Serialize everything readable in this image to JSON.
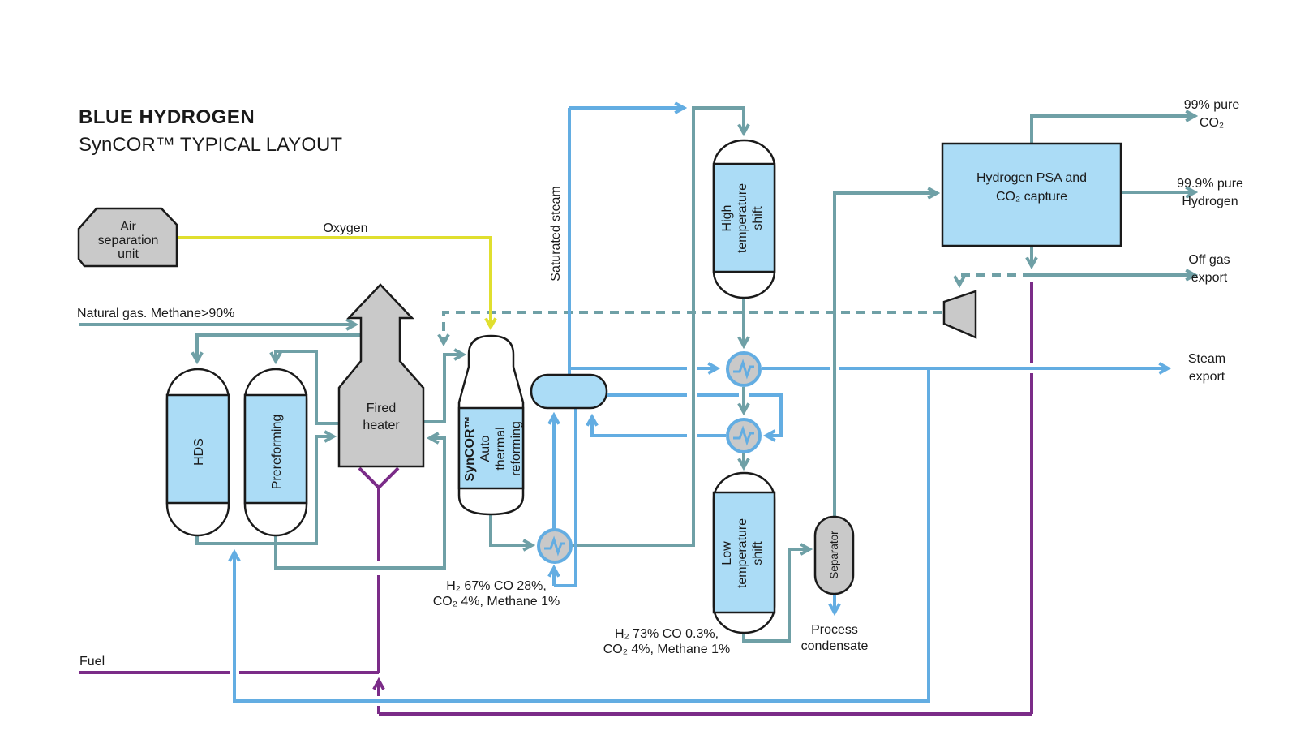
{
  "title": {
    "line1": "BLUE HYDROGEN",
    "line2": "SynCOR™ TYPICAL LAYOUT"
  },
  "streams": {
    "natural_gas": "Natural gas. Methane>90%",
    "oxygen": "Oxygen",
    "fuel": "Fuel",
    "saturated_steam": "Saturated steam"
  },
  "equipment": {
    "asu": {
      "line1": "Air",
      "line2": "separation",
      "line3": "unit"
    },
    "hds": "HDS",
    "prereforming": "Prereforming",
    "fired_heater": {
      "line1": "Fired",
      "line2": "heater"
    },
    "syncor": {
      "line1": "SynCOR™",
      "line2": "Auto",
      "line3": "thermal",
      "line4": "reforming"
    },
    "high_temp_shift": {
      "line1": "High",
      "line2": "temperature",
      "line3": "shift"
    },
    "low_temp_shift": {
      "line1": "Low",
      "line2": "temperature",
      "line3": "shift"
    },
    "separator": "Separator",
    "psa": {
      "line1": "Hydrogen PSA and",
      "line2": "CO₂ capture"
    }
  },
  "compositions": {
    "atr_outlet": {
      "line1": "H₂ 67% CO 28%,",
      "line2": "CO₂ 4%, Methane 1%"
    },
    "lts_outlet": {
      "line1": "H₂ 73% CO 0.3%,",
      "line2": "CO₂ 4%, Methane 1%"
    }
  },
  "outputs": {
    "co2": {
      "line1": "99% pure",
      "line2": "CO₂"
    },
    "hydrogen": {
      "line1": "99.9% pure",
      "line2": "Hydrogen"
    },
    "off_gas": {
      "line1": "Off gas",
      "line2": "export"
    },
    "steam": {
      "line1": "Steam",
      "line2": "export"
    },
    "process_condensate": {
      "line1": "Process",
      "line2": "condensate"
    }
  },
  "colors": {
    "process_line": "#6FA0A6",
    "steam_line": "#63ADE2",
    "fuel_line": "#7B2C88",
    "oxygen_line": "#E0DF2F",
    "vessel_fill": "#ABDCF6",
    "unit_fill": "#C9C9C9"
  }
}
